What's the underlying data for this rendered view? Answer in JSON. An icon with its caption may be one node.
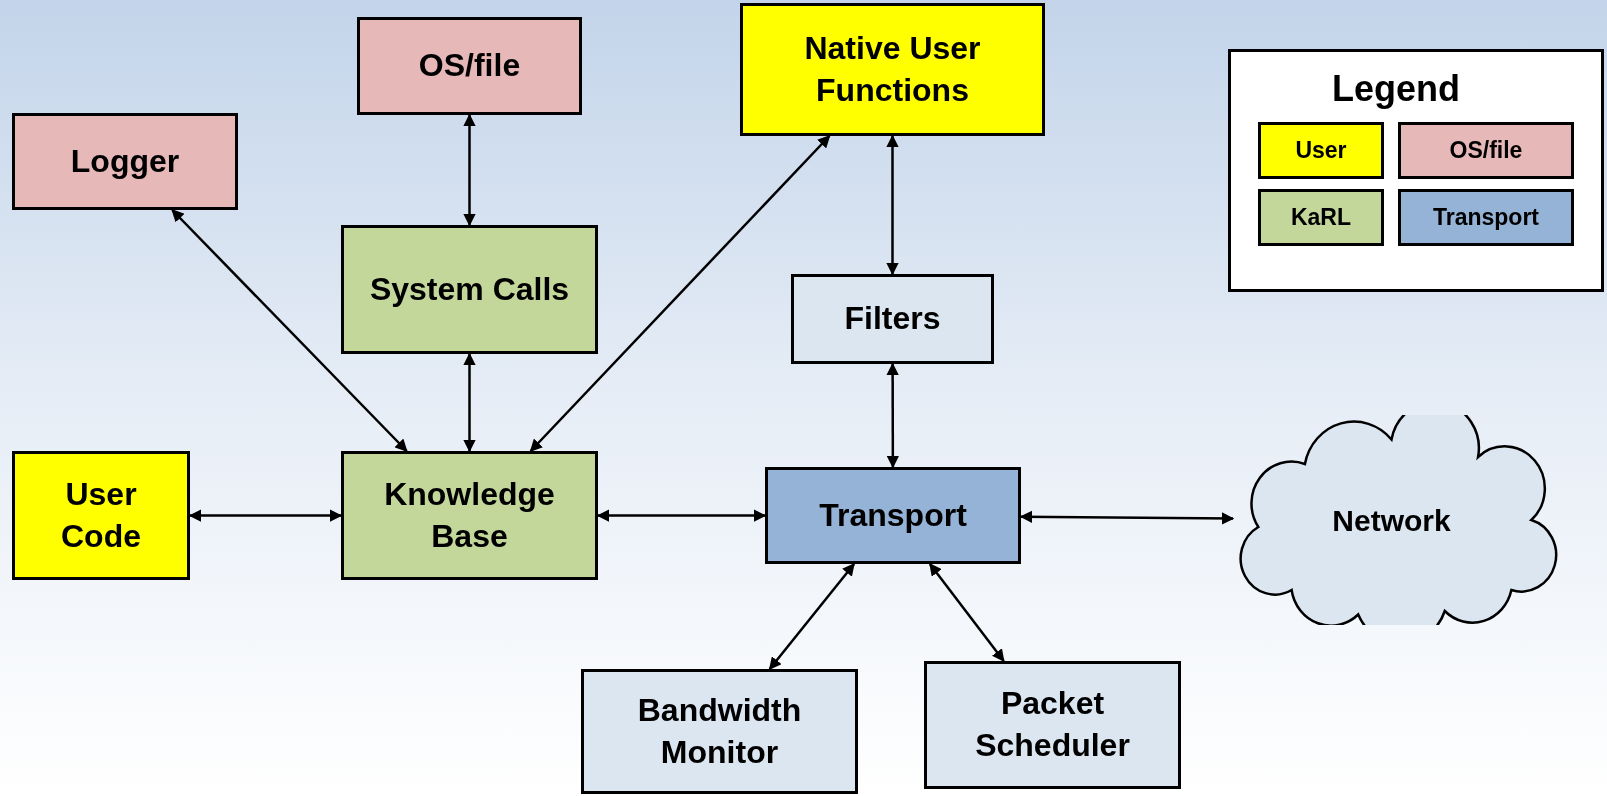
{
  "diagram": {
    "nodes": [
      {
        "text": [
          "OS/file"
        ]
      },
      {
        "text": [
          "Logger"
        ]
      },
      {
        "text": [
          "Native User Functions"
        ]
      },
      {
        "text": [
          "System Calls"
        ]
      },
      {
        "text": [
          "Filters"
        ]
      },
      {
        "text": [
          "User Code"
        ]
      },
      {
        "text": [
          "Knowledge Base"
        ]
      },
      {
        "text": [
          "Transport"
        ]
      },
      {
        "text": [
          "Network"
        ]
      },
      {
        "text": [
          "Bandwidth Monitor"
        ]
      },
      {
        "text": [
          "Packet Scheduler"
        ]
      }
    ],
    "edges": [
      {
        "from": 0,
        "to": 3,
        "arrow": "both"
      },
      {
        "from": 1,
        "to": 6,
        "arrow": "both"
      },
      {
        "from": 3,
        "to": 6,
        "arrow": "both"
      },
      {
        "from": 2,
        "to": 6,
        "arrow": "both"
      },
      {
        "from": 2,
        "to": 4,
        "arrow": "both"
      },
      {
        "from": 4,
        "to": 7,
        "arrow": "both"
      },
      {
        "from": 5,
        "to": 6,
        "arrow": "both"
      },
      {
        "from": 6,
        "to": 7,
        "arrow": "both"
      },
      {
        "from": 7,
        "to": 8,
        "arrow": "both"
      },
      {
        "from": 7,
        "to": 9,
        "arrow": "both"
      },
      {
        "from": 7,
        "to": 10,
        "arrow": "both"
      }
    ],
    "labels": [
      "Legend"
    ],
    "legend": [
      {
        "text": "User",
        "color": "#ffff00"
      },
      {
        "text": "OS/file",
        "color": "#e6b8b7"
      },
      {
        "text": "KaRL",
        "color": "#c4d79b"
      },
      {
        "text": "Transport",
        "color": "#95b3d7"
      }
    ]
  }
}
